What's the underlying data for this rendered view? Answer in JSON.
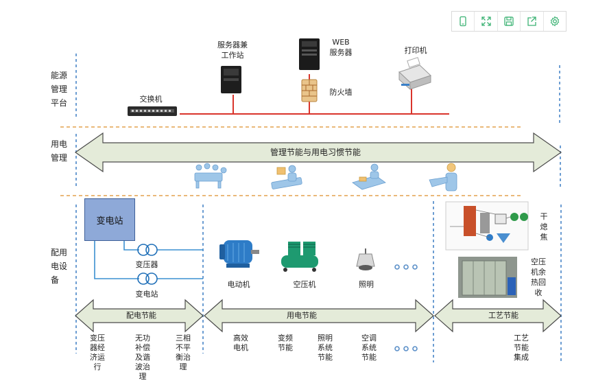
{
  "toolbar": {
    "buttons": [
      {
        "icon": "phone-icon",
        "name": "mobile-view-button"
      },
      {
        "icon": "fullscreen-icon",
        "name": "fullscreen-button"
      },
      {
        "icon": "save-icon",
        "name": "save-button"
      },
      {
        "icon": "share-icon",
        "name": "share-button"
      },
      {
        "icon": "gear-icon",
        "name": "settings-button"
      }
    ],
    "accent_color": "#3bb273"
  },
  "platform": {
    "side_label": "能源\n管理\n平台",
    "server_workstation": "服务器兼\n工作站",
    "web_server": "WEB\n服务器",
    "printer": "打印机",
    "switch": "交换机",
    "firewall": "防火墙"
  },
  "management": {
    "side_label": "用电\n管理",
    "arrow_label": "管理节能与用电习惯节能"
  },
  "equipment": {
    "side_label": "配用\n电设\n备",
    "substation_box": "变电站",
    "transformer": "变压器",
    "substation": "变电站",
    "motor": "电动机",
    "compressor": "空压机",
    "lighting": "照明",
    "dryer": "干\n熄\n焦",
    "heat_recovery": "空压\n机余\n热回\n收"
  },
  "savings": {
    "dist_label": "配电节能",
    "use_label": "用电节能",
    "process_label": "工艺节能",
    "dist_items": [
      "变压\n器经\n济运\n行",
      "无功\n补偿\n及谐\n波治\n理",
      "三相\n不平\n衡治\n理"
    ],
    "use_items": [
      "高效\n电机",
      "变频\n节能",
      "照明\n系统\n节能",
      "空调\n系统\n节能"
    ],
    "process_items": [
      "工艺\n节能\n集成"
    ]
  },
  "colors": {
    "network_line": "#d9342b",
    "dashed_blue": "#3b7dc4",
    "dashed_orange": "#e3a04d",
    "arrow_fill": "#e4ebd9",
    "arrow_stroke": "#4a4a4a",
    "wire": "#3a8fd0"
  }
}
